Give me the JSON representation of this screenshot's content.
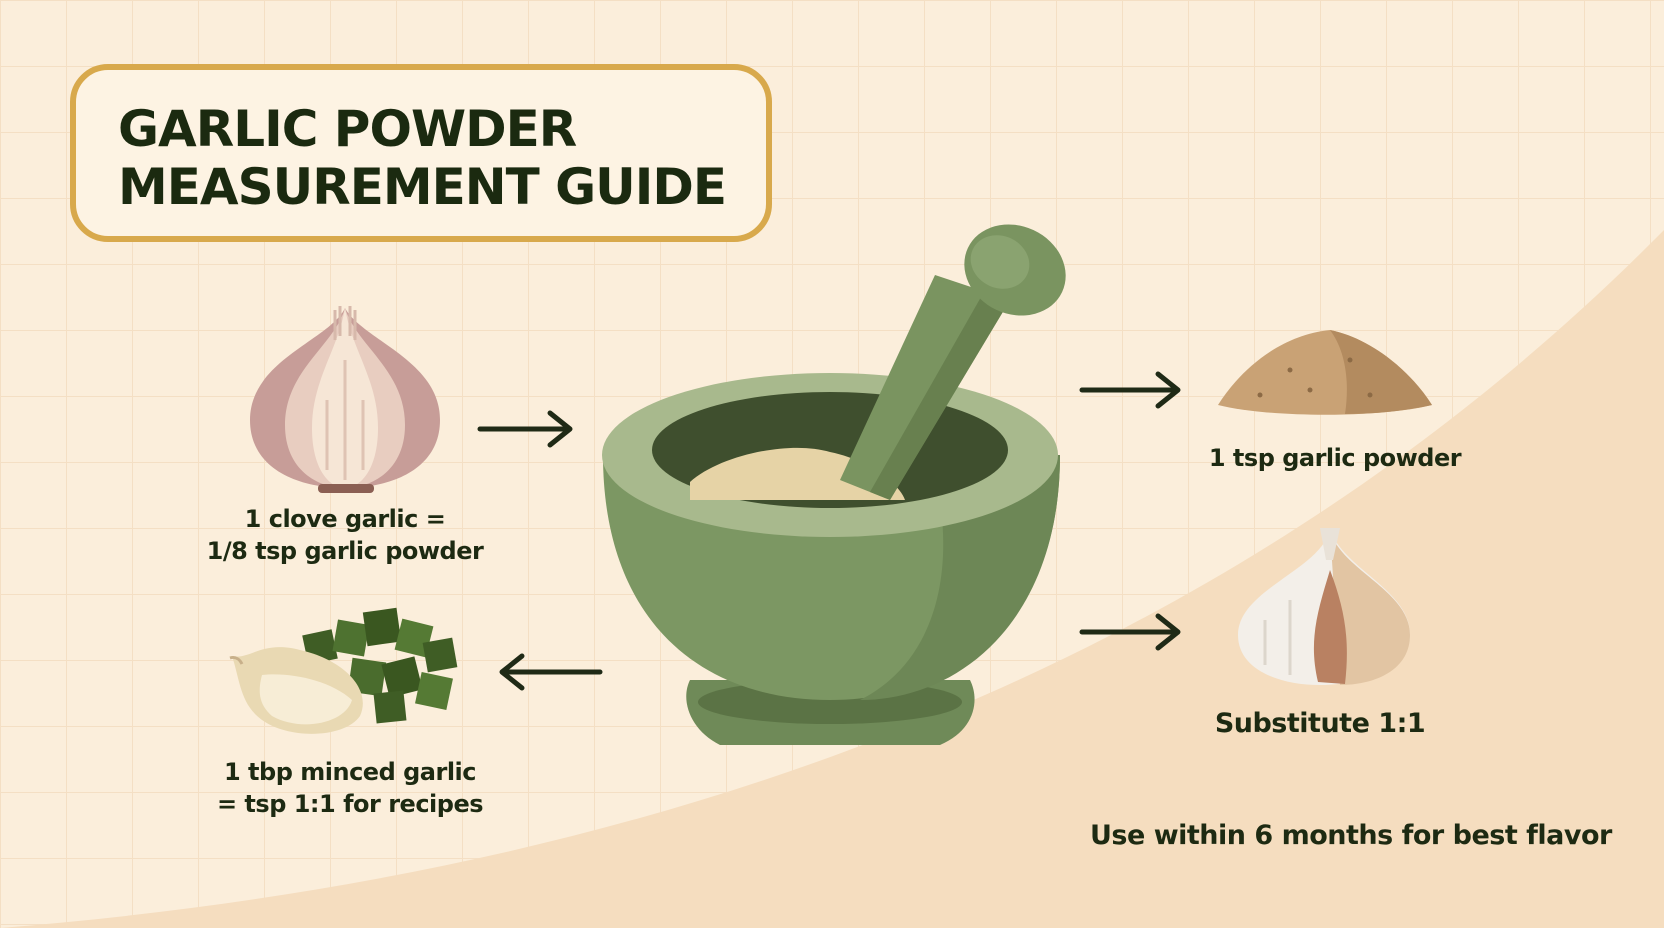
{
  "title": {
    "line1": "GARLIC POWDER",
    "line2": "MEASUREMENT GUIDE"
  },
  "items": {
    "clove": {
      "line1": "1 clove garlic =",
      "line2": "1/8 tsp garlic powder",
      "icon": "garlic-bulb-icon"
    },
    "minced": {
      "line1": "1 tbp minced garlic",
      "line2": "= tsp 1:1 for recipes",
      "icon": "minced-garlic-icon"
    },
    "powder": {
      "text": "1 tsp garlic powder",
      "icon": "garlic-powder-pile-icon"
    },
    "substitute": {
      "text": "Substitute 1:1",
      "icon": "garlic-bulb-cut-icon"
    }
  },
  "footer_note": "Use within 6 months for best flavor",
  "center_icon": "mortar-and-pestle-icon",
  "colors": {
    "background": "#fbeedb",
    "title_border": "#d8a94c",
    "mortar_green": "#7a9460",
    "text_dark": "#1d2a12"
  }
}
